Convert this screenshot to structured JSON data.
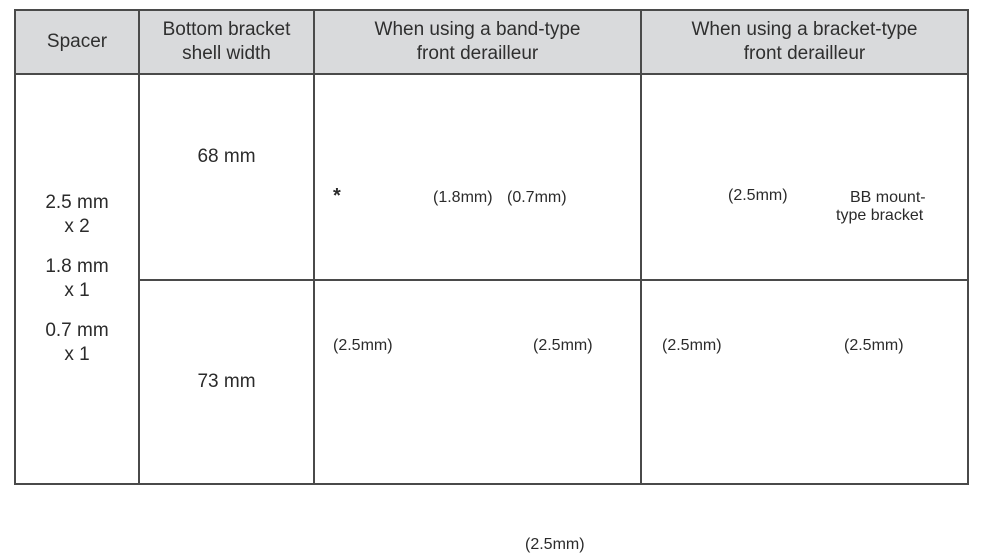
{
  "table": {
    "headers": [
      {
        "line1": "Spacer",
        "line2": ""
      },
      {
        "line1": "Bottom bracket",
        "line2": "shell width"
      },
      {
        "line1": "When using a band-type",
        "line2": "front derailleur"
      },
      {
        "line1": "When using a bracket-type",
        "line2": "front derailleur"
      }
    ],
    "spacers": [
      {
        "size": "2.5 mm",
        "qty": "x 2"
      },
      {
        "size": "1.8 mm",
        "qty": "x 1"
      },
      {
        "size": "0.7 mm",
        "qty": "x 1"
      }
    ],
    "rows": [
      {
        "shell_width": "68 mm",
        "band_type": {
          "marker": "*",
          "labels": {
            "top_a": "(1.8mm)",
            "top_b": "(0.7mm)",
            "bottom_left": "(2.5mm)",
            "bottom_right": "(2.5mm)"
          }
        },
        "bracket_type": {
          "labels": {
            "top": "(2.5mm)",
            "bracket_line1": "BB mount-",
            "bracket_line2": "type bracket",
            "bottom_left": "(2.5mm)",
            "bottom_right": "(2.5mm)"
          }
        }
      },
      {
        "shell_width": "73 mm",
        "band_type": {
          "labels": {
            "bottom_right": "(2.5mm)"
          }
        },
        "bracket_type": {
          "labels": {}
        }
      }
    ]
  },
  "colors": {
    "header_bg": "#d9dadc",
    "border": "#4a4a4a",
    "line": "#222222"
  }
}
